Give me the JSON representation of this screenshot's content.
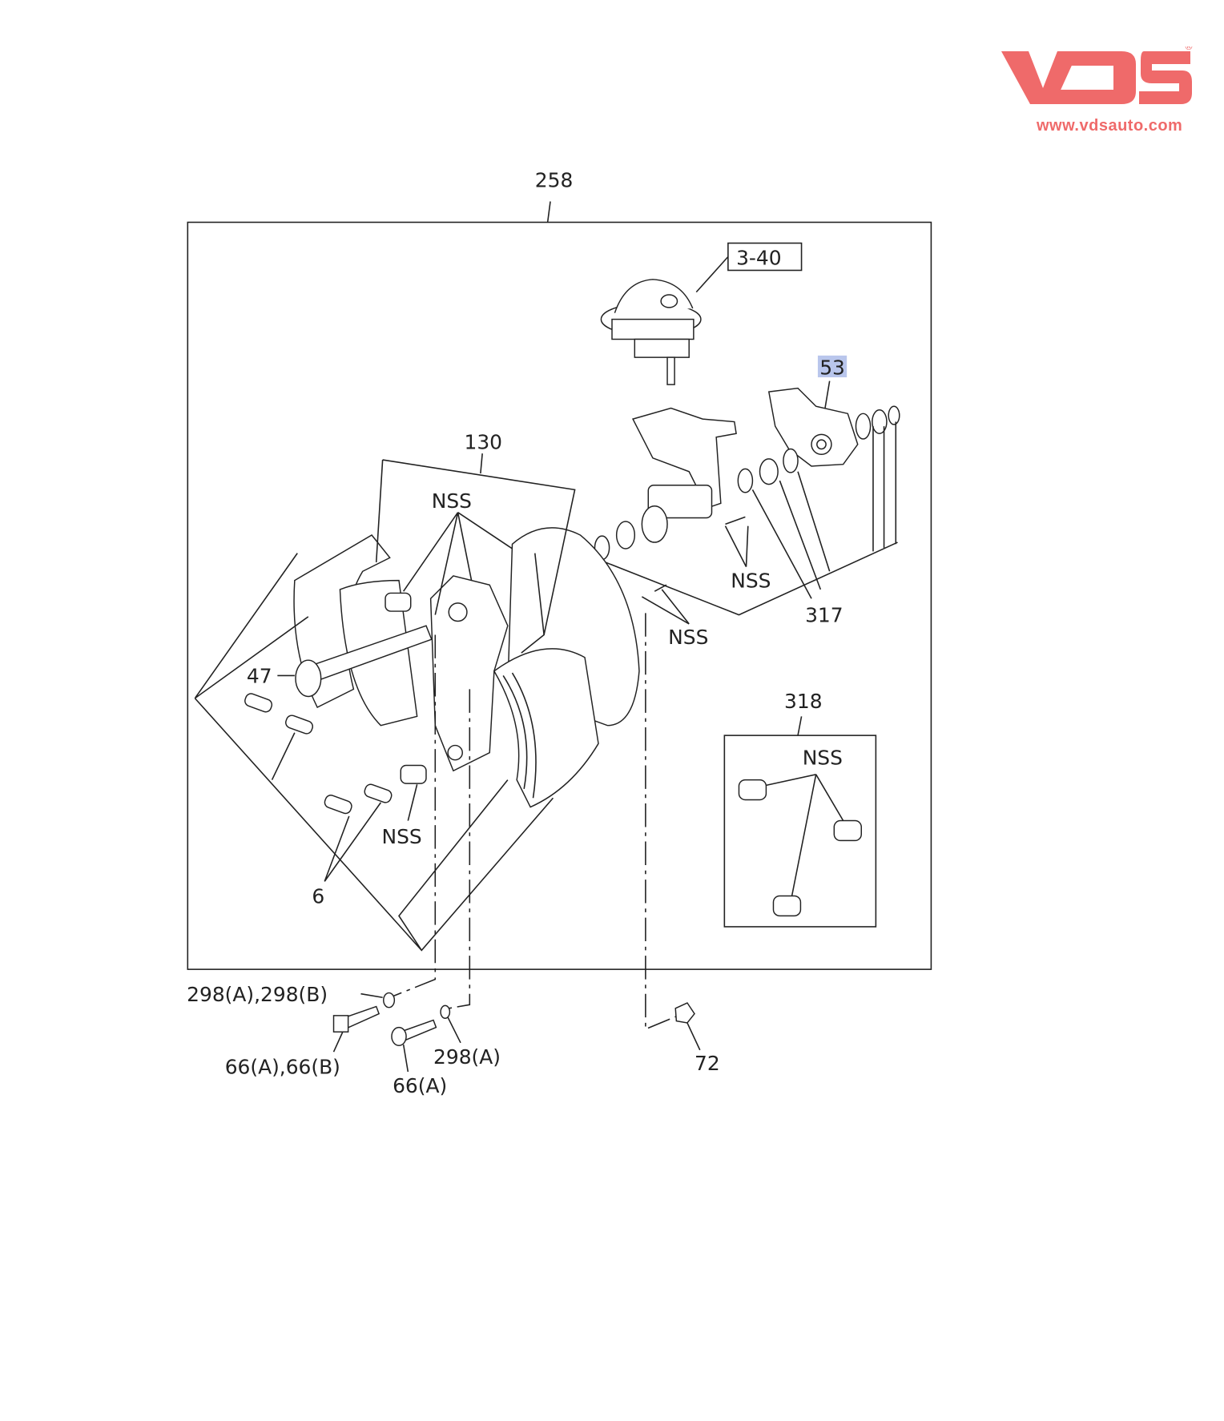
{
  "logo": {
    "brand": "VDS",
    "registered": "®",
    "url": "www.vdsauto.com",
    "color": "#ef6a6a"
  },
  "callouts": {
    "assembly": "258",
    "chamber_ref": "3-40",
    "highlighted": "53",
    "shoe_kit": "130",
    "nss_shoes": "NSS",
    "nss_bracket": "NSS",
    "nss_bolt": "NSS",
    "bushing": "317",
    "kit": "318",
    "nss_kit": "NSS",
    "anchor": "47",
    "nss_roller": "NSS",
    "spring": "6",
    "washer_ab": "298(A),298(B)",
    "bolt_ab": "66(A),66(B)",
    "washer_a": "298(A)",
    "bolt_a": "66(A)",
    "nut": "72"
  },
  "highlight_color": "#b9c6ec"
}
